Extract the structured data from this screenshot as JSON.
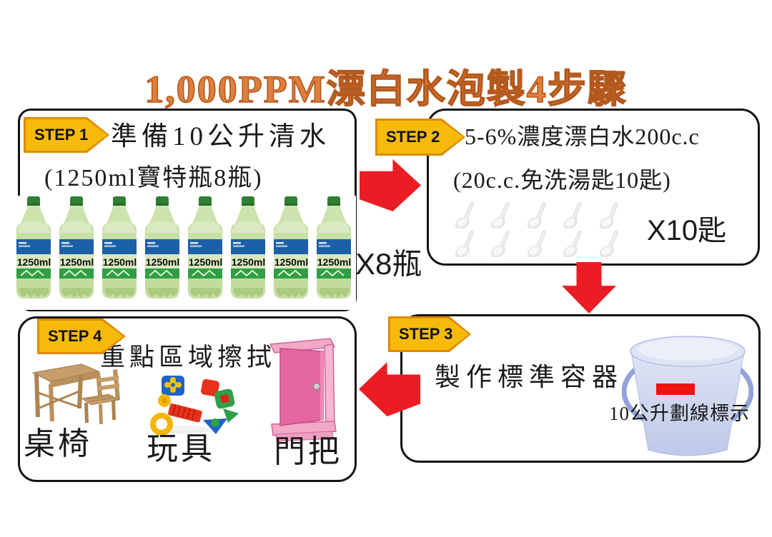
{
  "title": "1,000PPM漂白水泡製4步驟",
  "steps": {
    "step1": {
      "badge": "STEP 1",
      "line1": "準備10公升清水",
      "line2": "(1250ml寶特瓶8瓶)",
      "bottle_label": "1250ml",
      "bottle_count": 8,
      "count_label": "X8瓶"
    },
    "step2": {
      "badge": "STEP 2",
      "line1": "5-6%濃度漂白水200c.c",
      "line2": "(20c.c.免洗湯匙10匙)",
      "spoon_count": 10,
      "count_label": "X10匙"
    },
    "step3": {
      "badge": "STEP 3",
      "line1": "製作標準容器",
      "bucket_caption": "10公升劃線標示"
    },
    "step4": {
      "badge": "STEP 4",
      "line1": "重點區域擦拭",
      "item_labels": [
        "桌椅",
        "玩具",
        "門把"
      ]
    }
  },
  "colors": {
    "title_fill": "#DF7F3D",
    "title_outline": "#B4591E",
    "badge_fill": "#F6BA0B",
    "badge_border": "#E08A00",
    "arrow_red": "#EC1C24",
    "box_border": "#141414",
    "bottle_cap_green": "#2E8032",
    "bottle_body_green": "#C8E0A6",
    "bottle_blue_band": "#1D5FA8",
    "bottle_green_band": "#2F9E45",
    "bucket_blue": "#C7CFE9",
    "bucket_marker_red": "#EE1212",
    "door_pink": "#E5679F",
    "wood_brown": "#C79E6B"
  }
}
